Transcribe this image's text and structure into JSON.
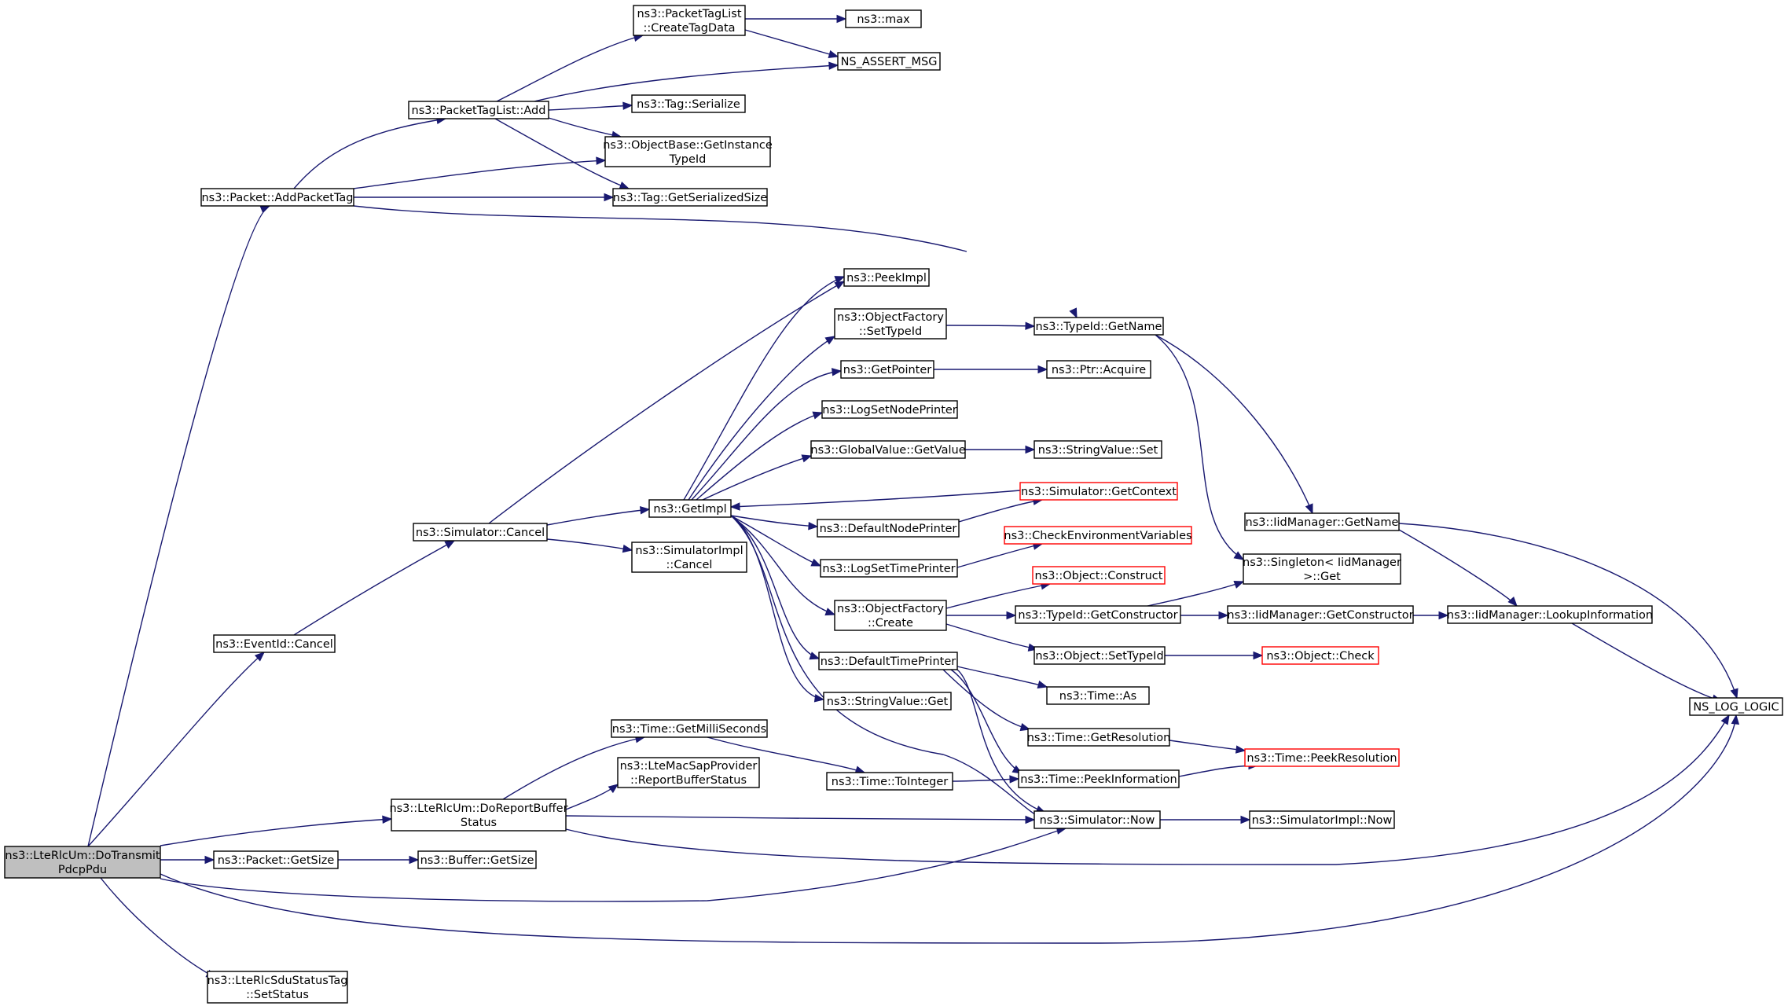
{
  "colors": {
    "edge": "#191970",
    "node_border": "#000000",
    "incomplete_border": "#ff0000",
    "root_fill": "#bfbfbf",
    "node_fill": "#ffffff"
  },
  "nodes": [
    {
      "id": "root",
      "lines": [
        "ns3::LteRlcUm::DoTransmit",
        "PdcpPdu"
      ],
      "style": "root"
    },
    {
      "id": "addPacketTag",
      "lines": [
        "ns3::Packet::AddPacketTag"
      ]
    },
    {
      "id": "eventIdCancel",
      "lines": [
        "ns3::EventId::Cancel"
      ]
    },
    {
      "id": "doReportBufferStatus",
      "lines": [
        "ns3::LteRlcUm::DoReportBuffer",
        "Status"
      ]
    },
    {
      "id": "packetGetSize",
      "lines": [
        "ns3::Packet::GetSize"
      ]
    },
    {
      "id": "setStatus",
      "lines": [
        "ns3::LteRlcSduStatusTag",
        "::SetStatus"
      ]
    },
    {
      "id": "packetTagListAdd",
      "lines": [
        "ns3::PacketTagList::Add"
      ]
    },
    {
      "id": "simulatorCancel",
      "lines": [
        "ns3::Simulator::Cancel"
      ]
    },
    {
      "id": "bufferGetSize",
      "lines": [
        "ns3::Buffer::GetSize"
      ]
    },
    {
      "id": "createTagData",
      "lines": [
        "ns3::PacketTagList",
        "::CreateTagData"
      ]
    },
    {
      "id": "tagSerialize",
      "lines": [
        "ns3::Tag::Serialize"
      ]
    },
    {
      "id": "getInstanceTypeId",
      "lines": [
        "ns3::ObjectBase::GetInstance",
        "TypeId"
      ]
    },
    {
      "id": "tagGetSerializedSize",
      "lines": [
        "ns3::Tag::GetSerializedSize"
      ]
    },
    {
      "id": "getImpl",
      "lines": [
        "ns3::GetImpl"
      ]
    },
    {
      "id": "simulatorImplCancel",
      "lines": [
        "ns3::SimulatorImpl",
        "::Cancel"
      ]
    },
    {
      "id": "getMilliSeconds",
      "lines": [
        "ns3::Time::GetMilliSeconds"
      ]
    },
    {
      "id": "reportBufferStatus",
      "lines": [
        "ns3::LteMacSapProvider",
        "::ReportBufferStatus"
      ]
    },
    {
      "id": "max",
      "lines": [
        "ns3::max"
      ]
    },
    {
      "id": "nsAssertMsg",
      "lines": [
        "NS_ASSERT_MSG"
      ]
    },
    {
      "id": "peekImpl",
      "lines": [
        "ns3::PeekImpl"
      ]
    },
    {
      "id": "objectFactorySetTypeId",
      "lines": [
        "ns3::ObjectFactory",
        "::SetTypeId"
      ]
    },
    {
      "id": "getPointer",
      "lines": [
        "ns3::GetPointer"
      ]
    },
    {
      "id": "logSetNodePrinter",
      "lines": [
        "ns3::LogSetNodePrinter"
      ]
    },
    {
      "id": "globalValueGetValue",
      "lines": [
        "ns3::GlobalValue::GetValue"
      ]
    },
    {
      "id": "defaultNodePrinter",
      "lines": [
        "ns3::DefaultNodePrinter"
      ]
    },
    {
      "id": "logSetTimePrinter",
      "lines": [
        "ns3::LogSetTimePrinter"
      ]
    },
    {
      "id": "objectFactoryCreate",
      "lines": [
        "ns3::ObjectFactory",
        "::Create"
      ]
    },
    {
      "id": "defaultTimePrinter",
      "lines": [
        "ns3::DefaultTimePrinter"
      ]
    },
    {
      "id": "stringValueGet",
      "lines": [
        "ns3::StringValue::Get"
      ]
    },
    {
      "id": "timeToInteger",
      "lines": [
        "ns3::Time::ToInteger"
      ]
    },
    {
      "id": "typeIdGetName",
      "lines": [
        "ns3::TypeId::GetName"
      ]
    },
    {
      "id": "ptrAcquire",
      "lines": [
        "ns3::Ptr::Acquire"
      ]
    },
    {
      "id": "stringValueSet",
      "lines": [
        "ns3::StringValue::Set"
      ]
    },
    {
      "id": "simulatorGetContext",
      "lines": [
        "ns3::Simulator::GetContext"
      ],
      "style": "incomplete"
    },
    {
      "id": "checkEnvironmentVariables",
      "lines": [
        "ns3::CheckEnvironmentVariables"
      ],
      "style": "incomplete"
    },
    {
      "id": "objectConstruct",
      "lines": [
        "ns3::Object::Construct"
      ],
      "style": "incomplete"
    },
    {
      "id": "typeIdGetConstructor",
      "lines": [
        "ns3::TypeId::GetConstructor"
      ]
    },
    {
      "id": "objectSetTypeId",
      "lines": [
        "ns3::Object::SetTypeId"
      ]
    },
    {
      "id": "timeAs",
      "lines": [
        "ns3::Time::As"
      ]
    },
    {
      "id": "timeGetResolution",
      "lines": [
        "ns3::Time::GetResolution"
      ]
    },
    {
      "id": "timePeekInformation",
      "lines": [
        "ns3::Time::PeekInformation"
      ]
    },
    {
      "id": "simulatorNow",
      "lines": [
        "ns3::Simulator::Now"
      ]
    },
    {
      "id": "iidManagerGetName",
      "lines": [
        "ns3::IidManager::GetName"
      ]
    },
    {
      "id": "singletonGet",
      "lines": [
        "ns3::Singleton< IidManager",
        " >::Get"
      ]
    },
    {
      "id": "iidManagerGetConstructor",
      "lines": [
        "ns3::IidManager::GetConstructor"
      ]
    },
    {
      "id": "objectCheck",
      "lines": [
        "ns3::Object::Check"
      ],
      "style": "incomplete"
    },
    {
      "id": "timePeekResolution",
      "lines": [
        "ns3::Time::PeekResolution"
      ],
      "style": "incomplete"
    },
    {
      "id": "simulatorImplNow",
      "lines": [
        "ns3::SimulatorImpl::Now"
      ]
    },
    {
      "id": "lookupInformation",
      "lines": [
        "ns3::IidManager::LookupInformation"
      ]
    },
    {
      "id": "nsLogLogic",
      "lines": [
        "NS_LOG_LOGIC"
      ]
    }
  ],
  "edges": [
    [
      "root",
      "addPacketTag"
    ],
    [
      "root",
      "eventIdCancel"
    ],
    [
      "root",
      "doReportBufferStatus"
    ],
    [
      "root",
      "packetGetSize"
    ],
    [
      "root",
      "setStatus"
    ],
    [
      "root",
      "simulatorNow"
    ],
    [
      "root",
      "nsLogLogic"
    ],
    [
      "addPacketTag",
      "packetTagListAdd"
    ],
    [
      "addPacketTag",
      "getInstanceTypeId"
    ],
    [
      "addPacketTag",
      "tagGetSerializedSize"
    ],
    [
      "addPacketTag",
      "typeIdGetName"
    ],
    [
      "packetTagListAdd",
      "createTagData"
    ],
    [
      "packetTagListAdd",
      "nsAssertMsg"
    ],
    [
      "packetTagListAdd",
      "tagSerialize"
    ],
    [
      "packetTagListAdd",
      "getInstanceTypeId"
    ],
    [
      "packetTagListAdd",
      "tagGetSerializedSize"
    ],
    [
      "createTagData",
      "max"
    ],
    [
      "createTagData",
      "nsAssertMsg"
    ],
    [
      "eventIdCancel",
      "simulatorCancel"
    ],
    [
      "simulatorCancel",
      "peekImpl"
    ],
    [
      "simulatorCancel",
      "getImpl"
    ],
    [
      "simulatorCancel",
      "simulatorImplCancel"
    ],
    [
      "getImpl",
      "peekImpl"
    ],
    [
      "getImpl",
      "objectFactorySetTypeId"
    ],
    [
      "getImpl",
      "getPointer"
    ],
    [
      "getImpl",
      "logSetNodePrinter"
    ],
    [
      "getImpl",
      "globalValueGetValue"
    ],
    [
      "getImpl",
      "defaultNodePrinter"
    ],
    [
      "getImpl",
      "logSetTimePrinter"
    ],
    [
      "getImpl",
      "objectFactoryCreate"
    ],
    [
      "getImpl",
      "defaultTimePrinter"
    ],
    [
      "getImpl",
      "stringValueGet"
    ],
    [
      "getImpl",
      "simulatorNow"
    ],
    [
      "simulatorGetContext",
      "getImpl"
    ],
    [
      "objectFactorySetTypeId",
      "typeIdGetName"
    ],
    [
      "getPointer",
      "ptrAcquire"
    ],
    [
      "globalValueGetValue",
      "stringValueSet"
    ],
    [
      "defaultNodePrinter",
      "simulatorGetContext"
    ],
    [
      "logSetTimePrinter",
      "checkEnvironmentVariables"
    ],
    [
      "objectFactoryCreate",
      "objectConstruct"
    ],
    [
      "objectFactoryCreate",
      "typeIdGetConstructor"
    ],
    [
      "objectFactoryCreate",
      "objectSetTypeId"
    ],
    [
      "defaultTimePrinter",
      "timeAs"
    ],
    [
      "defaultTimePrinter",
      "timeGetResolution"
    ],
    [
      "defaultTimePrinter",
      "timePeekInformation"
    ],
    [
      "defaultTimePrinter",
      "simulatorNow"
    ],
    [
      "typeIdGetName",
      "iidManagerGetName"
    ],
    [
      "typeIdGetName",
      "singletonGet"
    ],
    [
      "typeIdGetConstructor",
      "singletonGet"
    ],
    [
      "typeIdGetConstructor",
      "iidManagerGetConstructor"
    ],
    [
      "objectSetTypeId",
      "objectCheck"
    ],
    [
      "iidManagerGetName",
      "lookupInformation"
    ],
    [
      "iidManagerGetName",
      "nsLogLogic"
    ],
    [
      "iidManagerGetConstructor",
      "lookupInformation"
    ],
    [
      "lookupInformation",
      "nsLogLogic"
    ],
    [
      "timeGetResolution",
      "timePeekResolution"
    ],
    [
      "timePeekInformation",
      "timePeekResolution"
    ],
    [
      "timeToInteger",
      "timePeekInformation"
    ],
    [
      "simulatorNow",
      "simulatorImplNow"
    ],
    [
      "packetGetSize",
      "bufferGetSize"
    ],
    [
      "doReportBufferStatus",
      "getMilliSeconds"
    ],
    [
      "doReportBufferStatus",
      "reportBufferStatus"
    ],
    [
      "doReportBufferStatus",
      "simulatorNow"
    ],
    [
      "doReportBufferStatus",
      "nsLogLogic"
    ],
    [
      "getMilliSeconds",
      "timeToInteger"
    ]
  ]
}
